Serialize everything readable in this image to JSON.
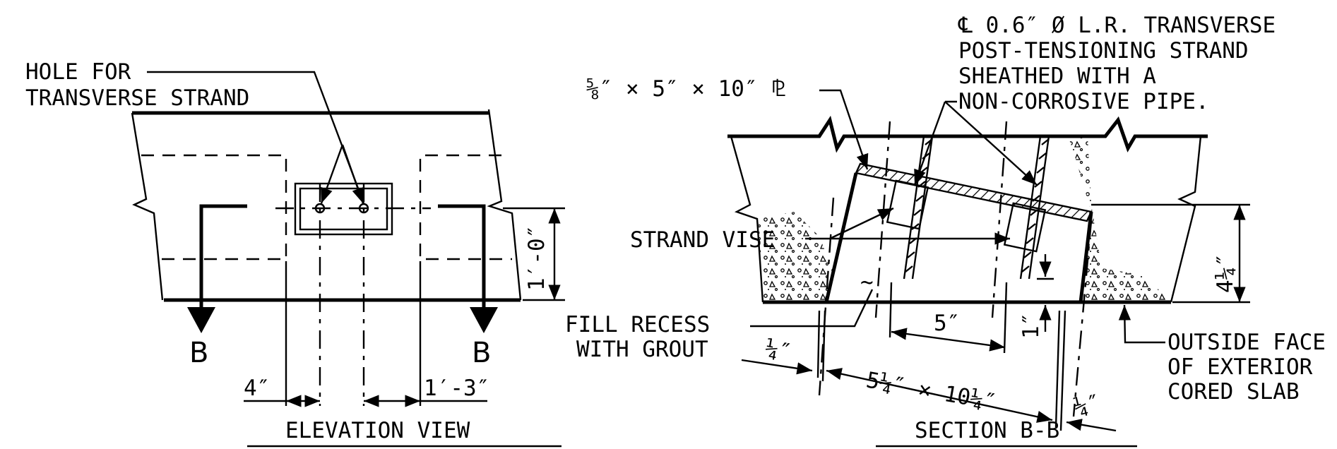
{
  "elevation": {
    "title": "ELEVATION VIEW",
    "hole_label_line1": "HOLE FOR",
    "hole_label_line2": "TRANSVERSE STRAND",
    "section_mark": "B",
    "dim_left": "4″",
    "dim_right": "1′-3″",
    "dim_height": "1′-0″"
  },
  "section": {
    "title": "SECTION B-B",
    "strand_line1": "℄ 0.6″ Ø L.R. TRANSVERSE",
    "strand_line2": "POST-TENSIONING STRAND",
    "strand_line3": "SHEATHED WITH A",
    "strand_line4": "NON-CORROSIVE PIPE.",
    "plate_label": "⅝″ × 5″ × 10″ ⅊",
    "vise_label": "STRAND VISE",
    "grout_line1": "FILL RECESS",
    "grout_line2": "WITH GROUT",
    "face_line1": "OUTSIDE FACE",
    "face_line2": "OF EXTERIOR",
    "face_line3": "CORED SLAB",
    "dim_5": "5″",
    "dim_1": "1″",
    "dim_quarter_left": "¼″",
    "dim_quarter_right": "¼″",
    "dim_recess": "5¼″ × 10¼″",
    "dim_depth": "4¼″",
    "tilde": "~"
  }
}
